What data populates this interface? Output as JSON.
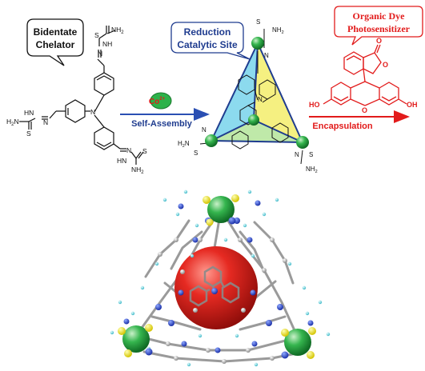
{
  "callouts": {
    "chelator_line1": "Bidentate",
    "chelator_line2": "Chelator",
    "catalytic_line1": "Reduction",
    "catalytic_line2": "Catalytic Site",
    "dye_line1": "Organic Dye",
    "dye_line2": "Photosensitizer"
  },
  "arrows": {
    "metal_ion": "Co",
    "metal_charge": "2+",
    "self_assembly_label": "Self-Assembly",
    "encapsulation_label": "Encapsulation"
  },
  "ligand_labels": {
    "amine": "NH",
    "amine_sub": "2",
    "sulfur": "S",
    "nitrogen": "N",
    "hn": "HN",
    "nh": "NH",
    "h2n": "H",
    "h2n_sub": "2",
    "h2n_n": "N"
  },
  "dye_labels": {
    "ho": "HO",
    "oh": "OH",
    "o": "O"
  },
  "colors": {
    "callout_blue": "#1f3c8f",
    "callout_red": "#e21b1b",
    "arrow_blue": "#2a4fb3",
    "arrow_red": "#e21b1b",
    "cobalt_green": "#2db24a",
    "triangle_yellow": "#f4ef7a",
    "triangle_cyan": "#7fd6ec",
    "sphere_red": "#e32222"
  }
}
